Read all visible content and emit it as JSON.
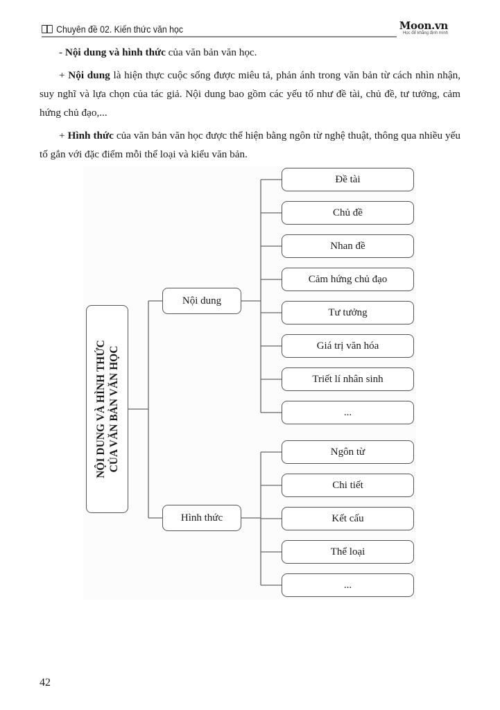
{
  "header": {
    "title": "Chuyên đề 02. Kiến thức văn học",
    "icon": "book-icon",
    "brand": "Moon.vn",
    "brand_tagline": "Học để khẳng định mình"
  },
  "paragraphs": [
    {
      "prefix": "- ",
      "bold": "Nội dung và hình thức",
      "rest": " của văn bản văn học."
    },
    {
      "prefix": "+ ",
      "bold": "Nội dung",
      "rest": " là hiện thực cuộc sống được miêu tả, phản ánh trong văn bản từ cách nhìn nhận, suy nghĩ và lựa chọn của tác giả. Nội dung bao gồm các yếu tố như đề tài, chủ đề, tư tưởng, cảm hứng chủ đạo,..."
    },
    {
      "prefix": "+ ",
      "bold": "Hình thức",
      "rest": " của văn bản văn học được thể hiện bằng ngôn từ nghệ thuật, thông qua nhiều yếu tố gắn với đặc điểm mỗi thể loại và kiểu văn bản."
    }
  ],
  "diagram": {
    "root_line1": "NỘI DUNG VÀ HÌNH THỨC",
    "root_line2": "CỦA VĂN BẢN VĂN HỌC",
    "branches": [
      {
        "label": "Nội dung",
        "items": [
          "Đề tài",
          "Chủ đề",
          "Nhan đề",
          "Cảm hứng chủ đạo",
          "Tư tưởng",
          "Giá trị văn hóa",
          "Triết lí nhân sinh",
          "..."
        ]
      },
      {
        "label": "Hình thức",
        "items": [
          "Ngôn từ",
          "Chi tiết",
          "Kết cấu",
          "Thể loại",
          "..."
        ]
      }
    ]
  },
  "page_number": "42"
}
